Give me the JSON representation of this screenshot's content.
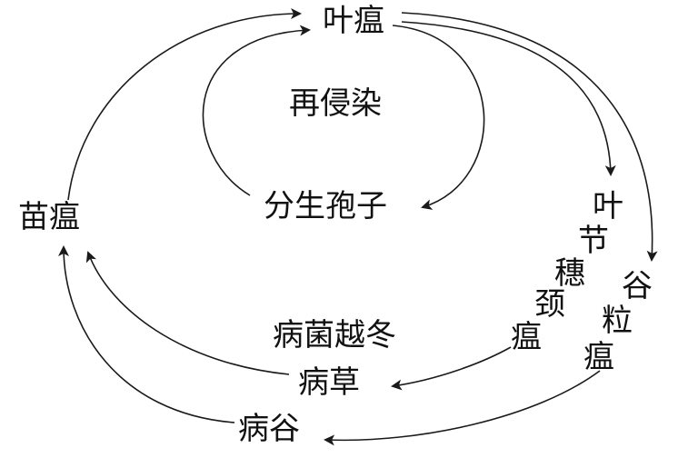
{
  "nodes": {
    "leaf_blast": "叶瘟",
    "reinfection": "再侵染",
    "conidia": "分生孢子",
    "seedling_blast": "苗瘟",
    "overwinter": "病菌越冬",
    "diseased_straw": "病草",
    "diseased_grain": "病谷"
  },
  "vertical_labels": {
    "leaf_node_panicle_neck": [
      "叶",
      "节",
      "穗",
      "颈",
      "瘟"
    ],
    "grain_blast": [
      "谷",
      "粒",
      "瘟"
    ]
  },
  "colors": {
    "line": "#1a1a1a",
    "text": "#111111",
    "background": "#ffffff"
  }
}
